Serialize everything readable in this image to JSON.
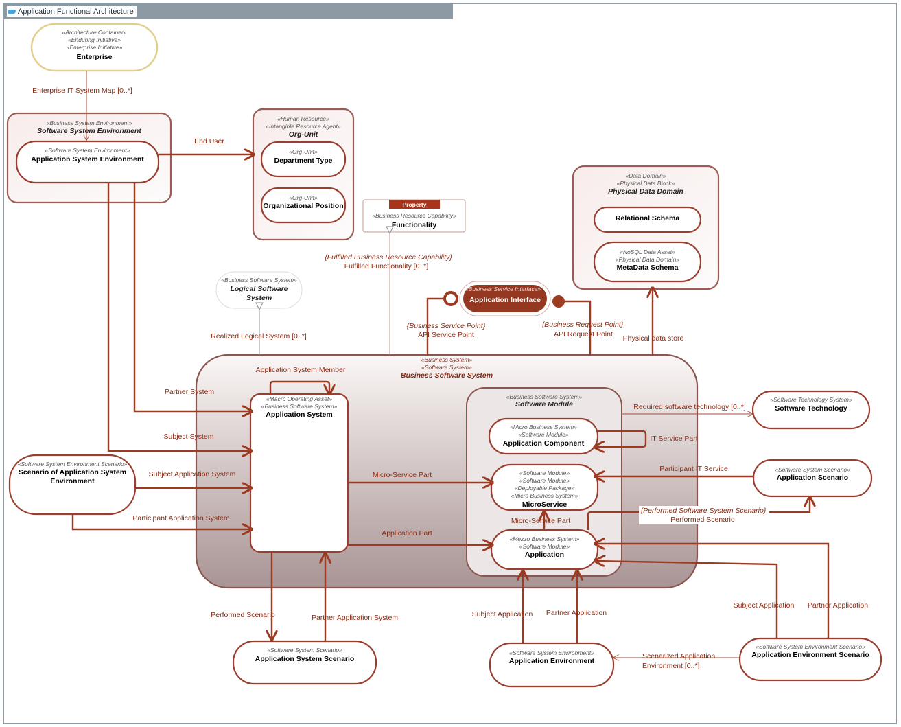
{
  "diagram": {
    "title": "Application Functional Architecture",
    "nodes": {
      "enterprise": {
        "stereo": [
          "«Architecture Container»",
          "«Enduring Initiative»",
          "«Enterprise Initiative»"
        ],
        "name": "Enterprise"
      },
      "sw_sys_env": {
        "stereo": [
          "«Business System Environment»"
        ],
        "name": "Software System Environment"
      },
      "app_sys_env": {
        "stereo": [
          "«Software System Environment»"
        ],
        "name": "Application System Environment"
      },
      "org_unit": {
        "stereo": [
          "«Human Resource»",
          "«Intangible Resource Agent»"
        ],
        "name": "Org-Unit"
      },
      "dept_type": {
        "stereo": [
          "«Org-Unit»"
        ],
        "name": "Department Type"
      },
      "org_position": {
        "stereo": [
          "«Org-Unit»"
        ],
        "name": "Organizational Position"
      },
      "functionality": {
        "badge": "Property",
        "stereo": [
          "«Business Resource Capability»"
        ],
        "name": "Functionality"
      },
      "phys_data_domain": {
        "stereo": [
          "«Data Domain»",
          "«Physical Data Block»"
        ],
        "name": "Physical Data Domain"
      },
      "relational_schema": {
        "name": "Relational Schema"
      },
      "metadata_schema": {
        "stereo": [
          "«NoSQL Data Asset»",
          "«Physical Data Domain»"
        ],
        "name": "MetaData Schema"
      },
      "logical_sw_sys": {
        "stereo": [
          "«Business Software System»"
        ],
        "name": [
          "Logical Software",
          "System"
        ]
      },
      "app_interface": {
        "stereo": [
          "«Business Service Interface»"
        ],
        "name": "Application Interface"
      },
      "biz_sw_sys": {
        "stereo": [
          "«Business System»",
          "«Software System»"
        ],
        "name": "Business Software System"
      },
      "app_system": {
        "stereo": [
          "«Macro Operating Asset»",
          "«Business Software System»"
        ],
        "name": "Application System"
      },
      "sw_module": {
        "stereo": [
          "«Business Software System»"
        ],
        "name": "Software Module"
      },
      "app_component": {
        "stereo": [
          "«Micro Business System»",
          "«Software Module»"
        ],
        "name": "Application Component"
      },
      "microservice": {
        "stereo": [
          "«Software Module»",
          "«Software Module»",
          "«Deployable Package»",
          "«Micro Business System»"
        ],
        "name": "MicroService"
      },
      "application": {
        "stereo": [
          "«Mezzo Business System»",
          "«Software Module»"
        ],
        "name": "Application"
      },
      "sw_technology": {
        "stereo": [
          "«Software Technology System»"
        ],
        "name": "Software Technology"
      },
      "app_scenario": {
        "stereo": [
          "«Software System Scenario»"
        ],
        "name": "Application Scenario"
      },
      "scenario_app_sys_env": {
        "stereo": [
          "«Software System Environment Scenario»"
        ],
        "name": [
          "Scenario of Application System",
          "Environment"
        ]
      },
      "app_sys_scenario": {
        "stereo": [
          "«Software System Scenario»"
        ],
        "name": "Application System Scenario"
      },
      "app_env": {
        "stereo": [
          "«Software System Environment»"
        ],
        "name": "Application Environment"
      },
      "app_env_scenario": {
        "stereo": [
          "«Software System Environment Scenario»"
        ],
        "name": "Application Environment Scenario"
      }
    },
    "edges": {
      "enterprise_it_map": "Enterprise IT System Map [0..*]",
      "end_user": "End User",
      "fulfilled_stereo": "{Fulfilled Business Resource Capability}",
      "fulfilled": "Fulfilled Functionality [0..*]",
      "realized_logical": "Realized Logical System [0..*]",
      "api_service_stereo": "{Business Service Point}",
      "api_service": "API Service Point",
      "api_request_stereo": "{Business Request Point}",
      "api_request": "API Request Point",
      "physical_store": "Physical data store",
      "app_sys_member": "Application System Member",
      "partner_system": "Partner System",
      "subject_system": "Subject System",
      "subject_app_system": "Subject Application System",
      "participant_app_system": "Participant Application System",
      "micro_service_part": "Micro-Service Part",
      "micro_service_part_2": "Micro-Service Part",
      "application_part": "Application Part",
      "required_sw_tech": "Required software technology [0..*]",
      "it_service_part": "IT Service Part",
      "participant_it_service": "Participant IT Service",
      "performed_stereo": "{Performed Software System Scenario}",
      "performed_scenario_r": "Performed Scenario",
      "performed_scenario": "Performed Scenario",
      "partner_app_system": "Partner Application System",
      "subject_application": "Subject Application",
      "partner_application": "Partner Application",
      "subject_application_r": "Subject Application",
      "partner_application_r": "Partner Application",
      "scenarized_1": "Scenarized Application",
      "scenarized_2": "Environment [0..*]"
    },
    "colors": {
      "edge": "#9c3a22",
      "label": "#8a2a12",
      "node_border": "#9a4a3c",
      "enterprise_border": "#e2cf8e",
      "interface_fill": "#943822",
      "frame": "#8c9aa3"
    }
  }
}
